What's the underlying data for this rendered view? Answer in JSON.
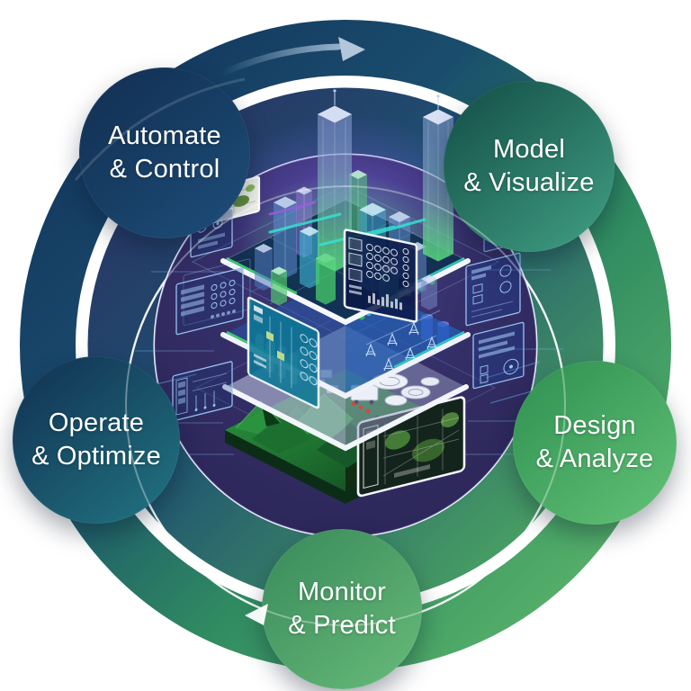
{
  "diagram": {
    "name": "digital-twin-lifecycle-cycle-diagram",
    "flow_direction": "clockwise",
    "canvas_background": "#ffffff",
    "rings": {
      "outer_gradient": [
        "#12325a",
        "#1a4d6d",
        "#2f8a61",
        "#63bd6c"
      ],
      "middle_gradient": [
        "#2b3263",
        "#1d4f70",
        "#4fab61"
      ],
      "orbit_color": "#ffffff",
      "arrow_color": "#aec5dd"
    },
    "center": {
      "disc_color": "#322c63",
      "description": "isometric layered smart-city digital twin stack",
      "layers": [
        "city",
        "dashboards-and-grid",
        "industrial-plant",
        "terrain-map"
      ],
      "accent_green": "#3ae065",
      "accent_teal": "#2bd4c8",
      "accent_blue": "#2e6fd0",
      "accent_purple": "#7a5fe0"
    },
    "nodes": [
      {
        "id": "automate-control",
        "line1": "Automate",
        "line2": "& Control",
        "gradient": [
          "#122e51",
          "#1d4e79"
        ]
      },
      {
        "id": "model-visualize",
        "line1": "Model",
        "line2": "& Visualize",
        "gradient": [
          "#124c46",
          "#41a083"
        ]
      },
      {
        "id": "operate-optimize",
        "line1": "Operate",
        "line2": "& Optimize",
        "gradient": [
          "#112f51",
          "#217582"
        ]
      },
      {
        "id": "design-analyze",
        "line1": "Design",
        "line2": "& Analyze",
        "gradient": [
          "#2e8f51",
          "#62c276"
        ]
      },
      {
        "id": "monitor-predict",
        "line1": "Monitor",
        "line2": "& Predict",
        "gradient": [
          "#38895a",
          "#68bb79"
        ]
      }
    ]
  }
}
